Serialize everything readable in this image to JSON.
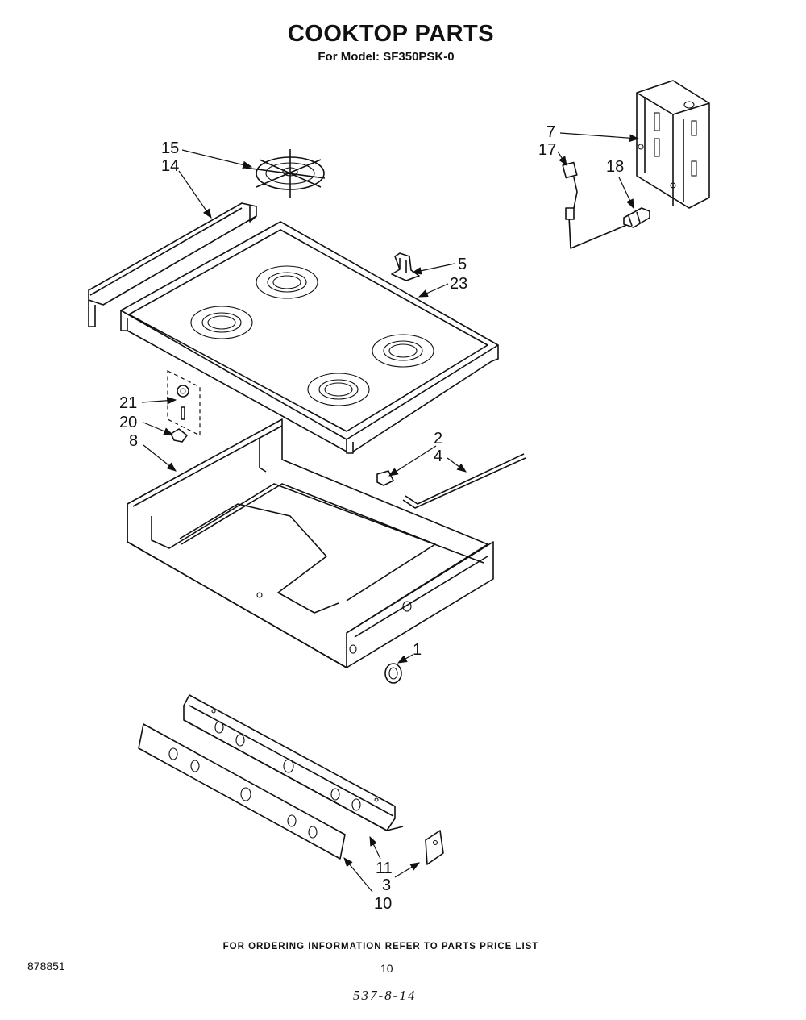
{
  "header": {
    "title": "COOKTOP PARTS",
    "model_line": "For Model: SF350PSK-0"
  },
  "callouts": {
    "c1": "1",
    "c2": "2",
    "c3": "3",
    "c4": "4",
    "c5": "5",
    "c7": "7",
    "c8": "8",
    "c10": "10",
    "c11": "11",
    "c14": "14",
    "c15": "15",
    "c17": "17",
    "c18": "18",
    "c20": "20",
    "c21": "21",
    "c23": "23"
  },
  "footer": {
    "ordering_note": "FOR ORDERING INFORMATION REFER TO PARTS PRICE LIST",
    "doc_number": "878851",
    "page_number": "10",
    "handwritten_note": "537-8-14"
  }
}
